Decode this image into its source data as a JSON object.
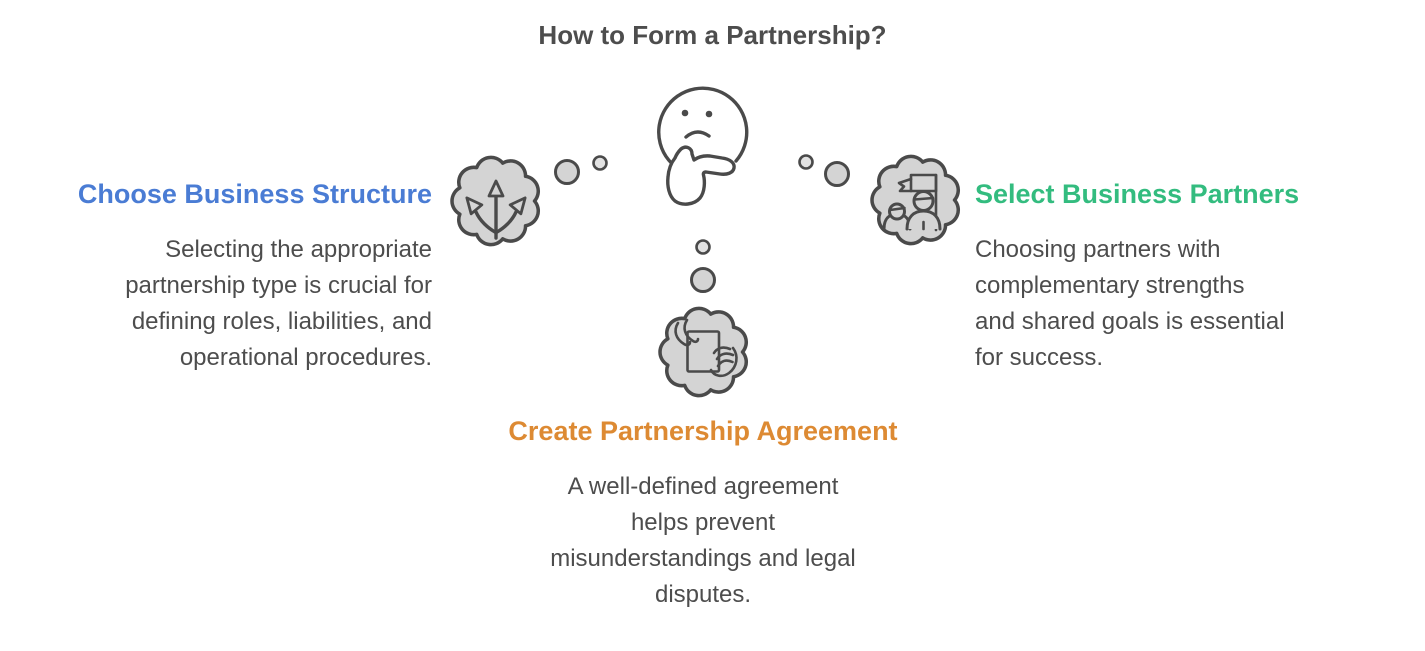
{
  "title": "How to Form a Partnership?",
  "colors": {
    "accent_blue": "#4A7CD4",
    "accent_green": "#33BC7F",
    "accent_orange": "#DD8A33",
    "text_gray": "#4D4D4D",
    "cloud_fill": "#D4D4D4",
    "line_stroke": "#4A4A4A"
  },
  "sections": {
    "choose_structure": {
      "heading": "Choose Business Structure",
      "heading_color": "#4A7CD4",
      "body_lines": [
        "Selecting the appropriate",
        "partnership type is crucial for",
        "defining roles, liabilities, and",
        "operational procedures."
      ]
    },
    "select_partners": {
      "heading": "Select Business Partners",
      "heading_color": "#33BC7F",
      "body_lines": [
        "Choosing partners with",
        "complementary strengths",
        "and shared goals is essential",
        "for success."
      ]
    },
    "create_agreement": {
      "heading": "Create Partnership Agreement",
      "heading_color": "#DD8A33",
      "body_lines": [
        "A well-defined agreement",
        "helps prevent",
        "misunderstandings and legal",
        "disputes."
      ]
    }
  },
  "illustration": {
    "center_icon": "thinking-face",
    "left_bubble_icon": "branching-arrows",
    "right_bubble_icon": "team-with-flag",
    "bottom_bubble_icon": "hands-holding-document"
  }
}
